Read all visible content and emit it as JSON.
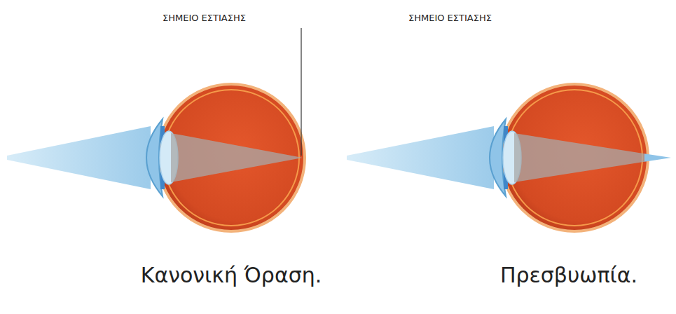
{
  "diagram": {
    "labels": [
      "ΣΗΜΕΙΟ ΕΣΤΙΑΣΗΣ",
      "ΣΗΜΕΙΟ ΕΣΤΙΑΣΗΣ",
      "Κανονική Όραση.",
      "Πρεσβυωπία."
    ]
  }
}
